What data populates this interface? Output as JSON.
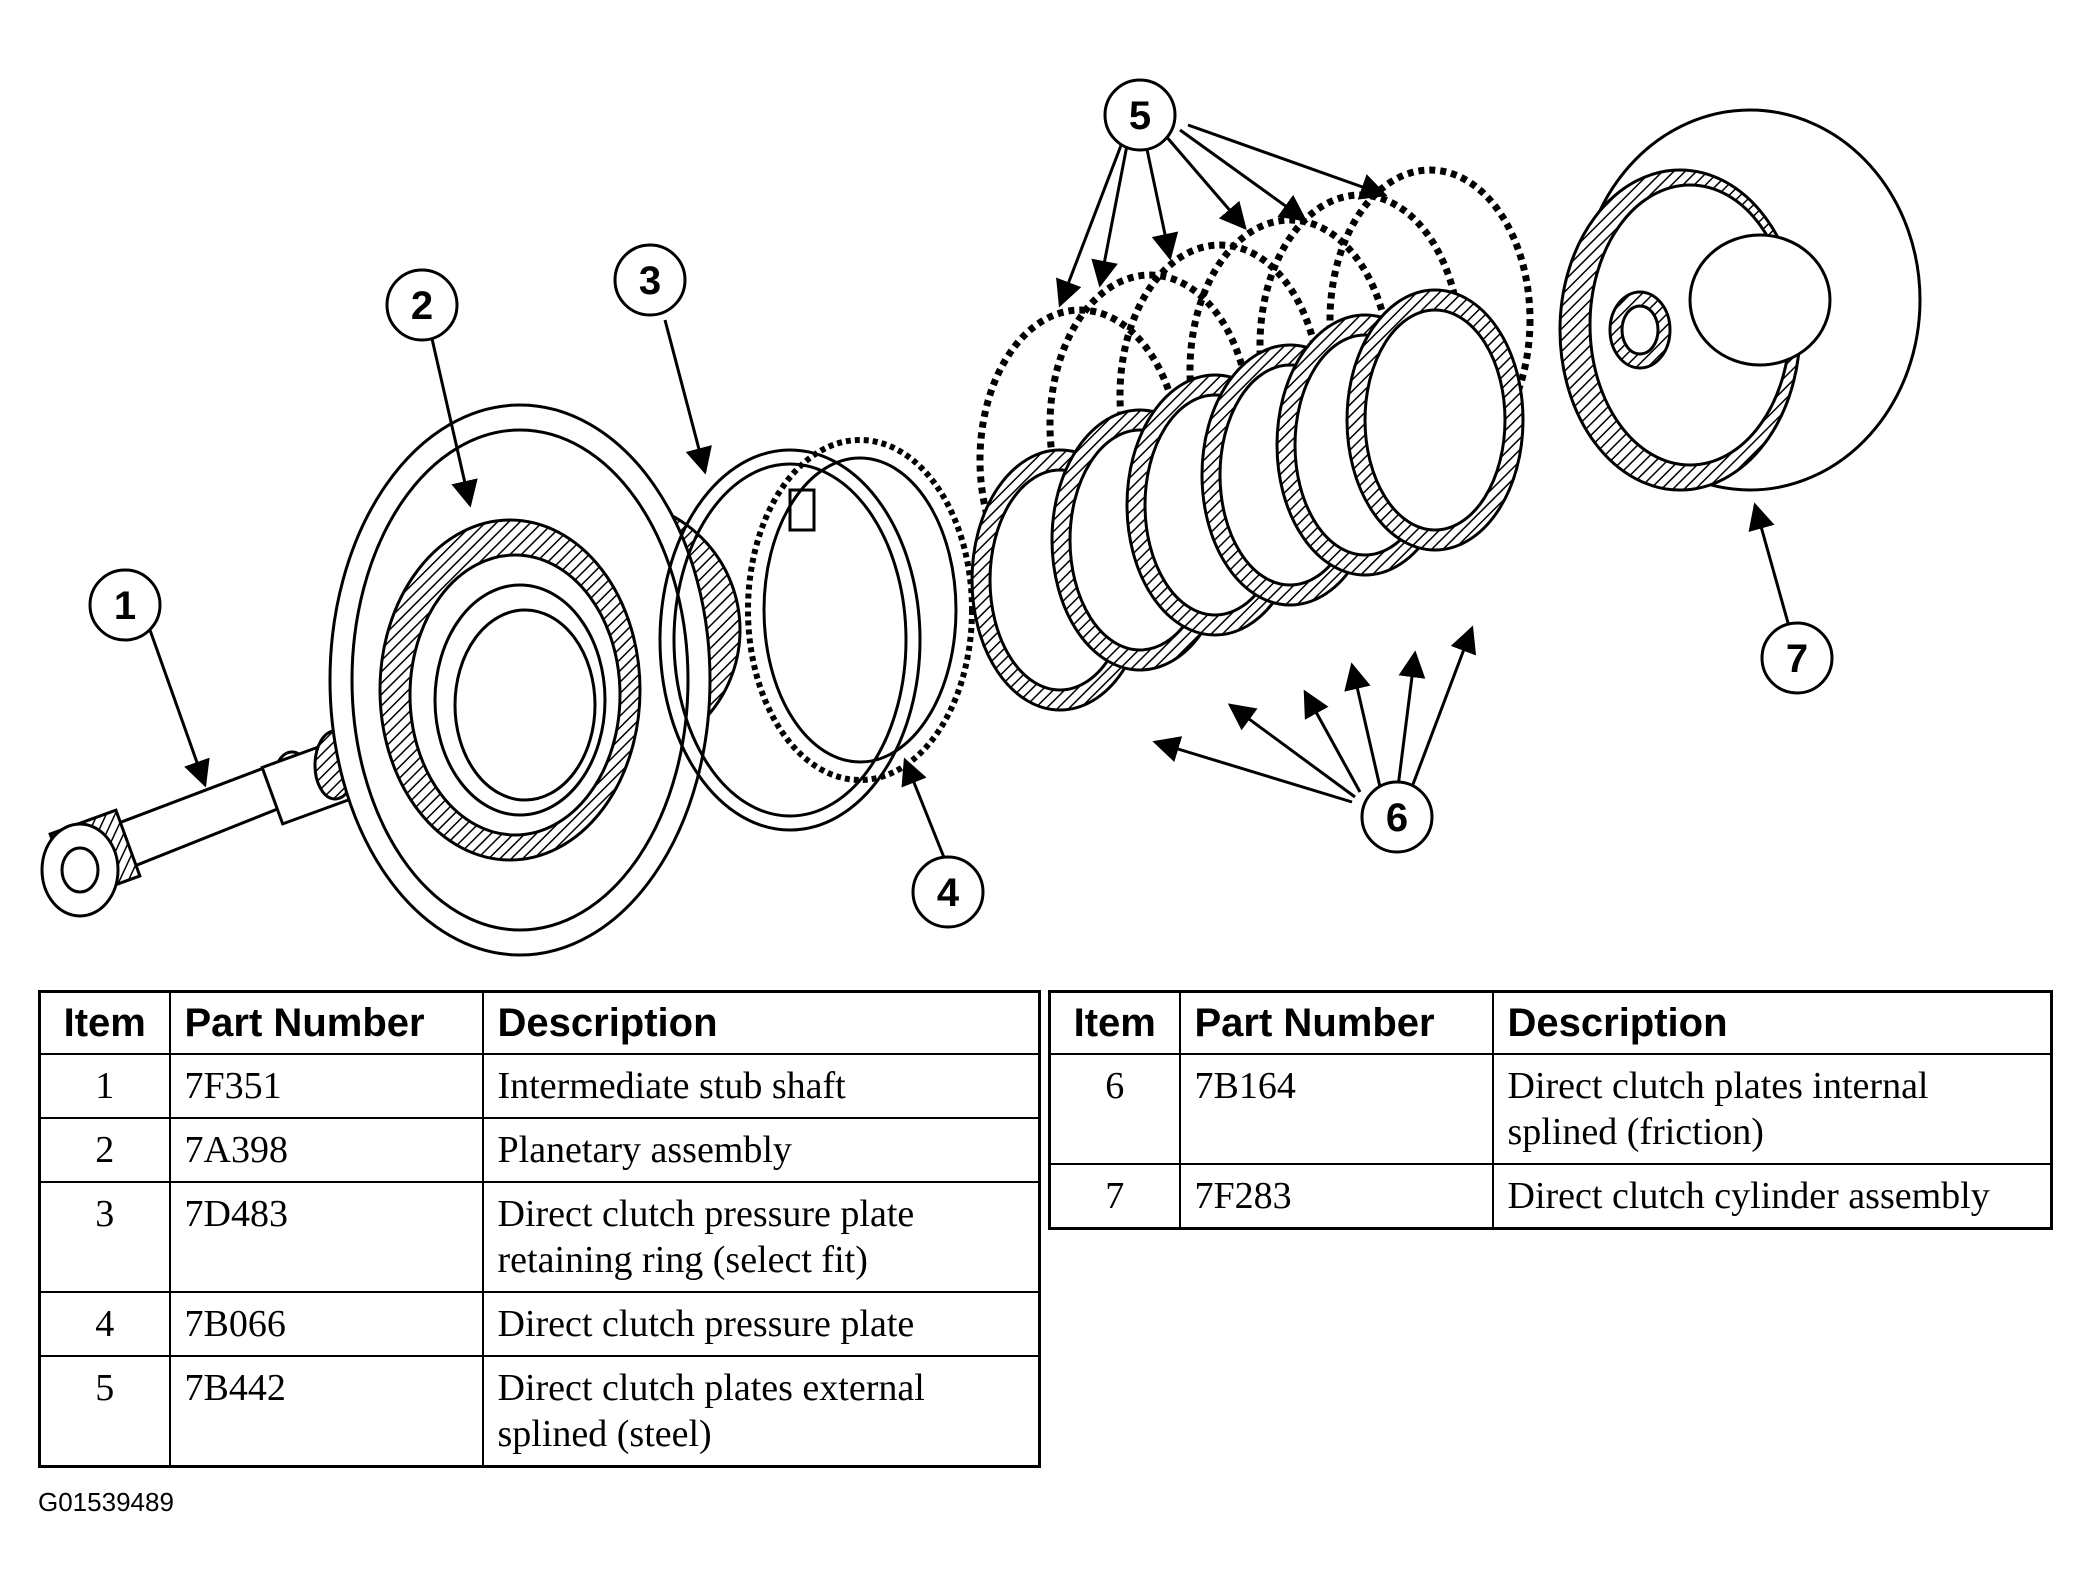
{
  "diagram": {
    "callouts": [
      "1",
      "2",
      "3",
      "4",
      "5",
      "6",
      "7"
    ]
  },
  "table_left": {
    "headers": {
      "item": "Item",
      "part_number": "Part Number",
      "description": "Description"
    },
    "rows": [
      {
        "item": "1",
        "part_number": "7F351",
        "description": "Intermediate stub shaft"
      },
      {
        "item": "2",
        "part_number": "7A398",
        "description": "Planetary assembly"
      },
      {
        "item": "3",
        "part_number": "7D483",
        "description": "Direct clutch pressure plate retaining ring (select fit)"
      },
      {
        "item": "4",
        "part_number": "7B066",
        "description": "Direct clutch pressure plate"
      },
      {
        "item": "5",
        "part_number": "7B442",
        "description": "Direct clutch plates external splined (steel)"
      }
    ]
  },
  "table_right": {
    "headers": {
      "item": "Item",
      "part_number": "Part Number",
      "description": "Description"
    },
    "rows": [
      {
        "item": "6",
        "part_number": "7B164",
        "description": "Direct clutch plates internal splined (friction)"
      },
      {
        "item": "7",
        "part_number": "7F283",
        "description": "Direct clutch cylinder assembly"
      }
    ]
  },
  "figure_code": "G01539489"
}
